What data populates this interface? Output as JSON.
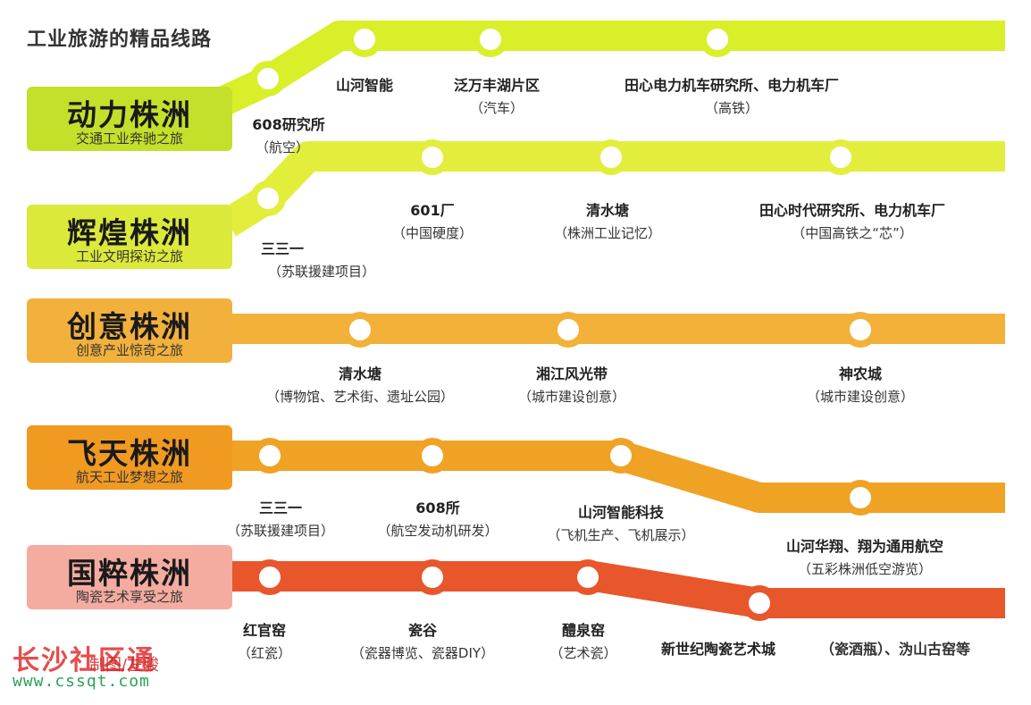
{
  "title": "工业旅游的精品线路",
  "routes": [
    {
      "name": "动力株洲",
      "subtitle": "交通工业奔驰之旅",
      "badge_color": "#c4e02a",
      "line_color": "#d9ef2a",
      "stops": [
        {
          "name": "608研究所",
          "note": "（航空）"
        },
        {
          "name": "山河智能",
          "note": ""
        },
        {
          "name": "泛万丰湖片区",
          "note": "（汽车）"
        },
        {
          "name": "田心电力机车研究所、电力机车厂",
          "note": "（高铁）"
        }
      ]
    },
    {
      "name": "辉煌株洲",
      "subtitle": "工业文明探访之旅",
      "badge_color": "#dbe93a",
      "line_color": "#e3ee3c",
      "stops": [
        {
          "name": "三三一",
          "note": "（苏联援建项目）"
        },
        {
          "name": "601厂",
          "note": "（中国硬度）"
        },
        {
          "name": "清水塘",
          "note": "（株洲工业记忆）"
        },
        {
          "name": "田心时代研究所、电力机车厂",
          "note": "（中国高铁之“芯”）"
        }
      ]
    },
    {
      "name": "创意株洲",
      "subtitle": "创意产业惊奇之旅",
      "badge_color": "#f2b13c",
      "line_color": "#f3b13a",
      "stops": [
        {
          "name": "清水塘",
          "note": "（博物馆、艺术街、遗址公园）"
        },
        {
          "name": "湘江风光带",
          "note": "（城市建设创意）"
        },
        {
          "name": "神农城",
          "note": "（城市建设创意）"
        }
      ]
    },
    {
      "name": "飞天株洲",
      "subtitle": "航天工业梦想之旅",
      "badge_color": "#f09a22",
      "line_color": "#f0a224",
      "stops": [
        {
          "name": "三三一",
          "note": "（苏联援建项目）"
        },
        {
          "name": "608所",
          "note": "（航空发动机研发）"
        },
        {
          "name": "山河智能科技",
          "note": "（飞机生产、飞机展示）"
        },
        {
          "name": "山河华翔、翔为通用航空",
          "note": "（五彩株洲低空游览）"
        }
      ]
    },
    {
      "name": "国粹株洲",
      "subtitle": "陶瓷艺术享受之旅",
      "badge_color": "#f4aca0",
      "line_color": "#e8562b",
      "stops": [
        {
          "name": "红官窑",
          "note": "（红瓷）"
        },
        {
          "name": "瓷谷",
          "note": "（瓷器博览、瓷器DIY）"
        },
        {
          "name": "醴泉窑",
          "note": "（艺术瓷）"
        },
        {
          "name": "新世纪陶瓷艺术城",
          "note": "（瓷酒瓶）、沩山古窑等"
        }
      ]
    }
  ],
  "watermark": {
    "brand": "长沙社区通",
    "credit": "制图/左骏",
    "url": "www.cssqt.com"
  }
}
